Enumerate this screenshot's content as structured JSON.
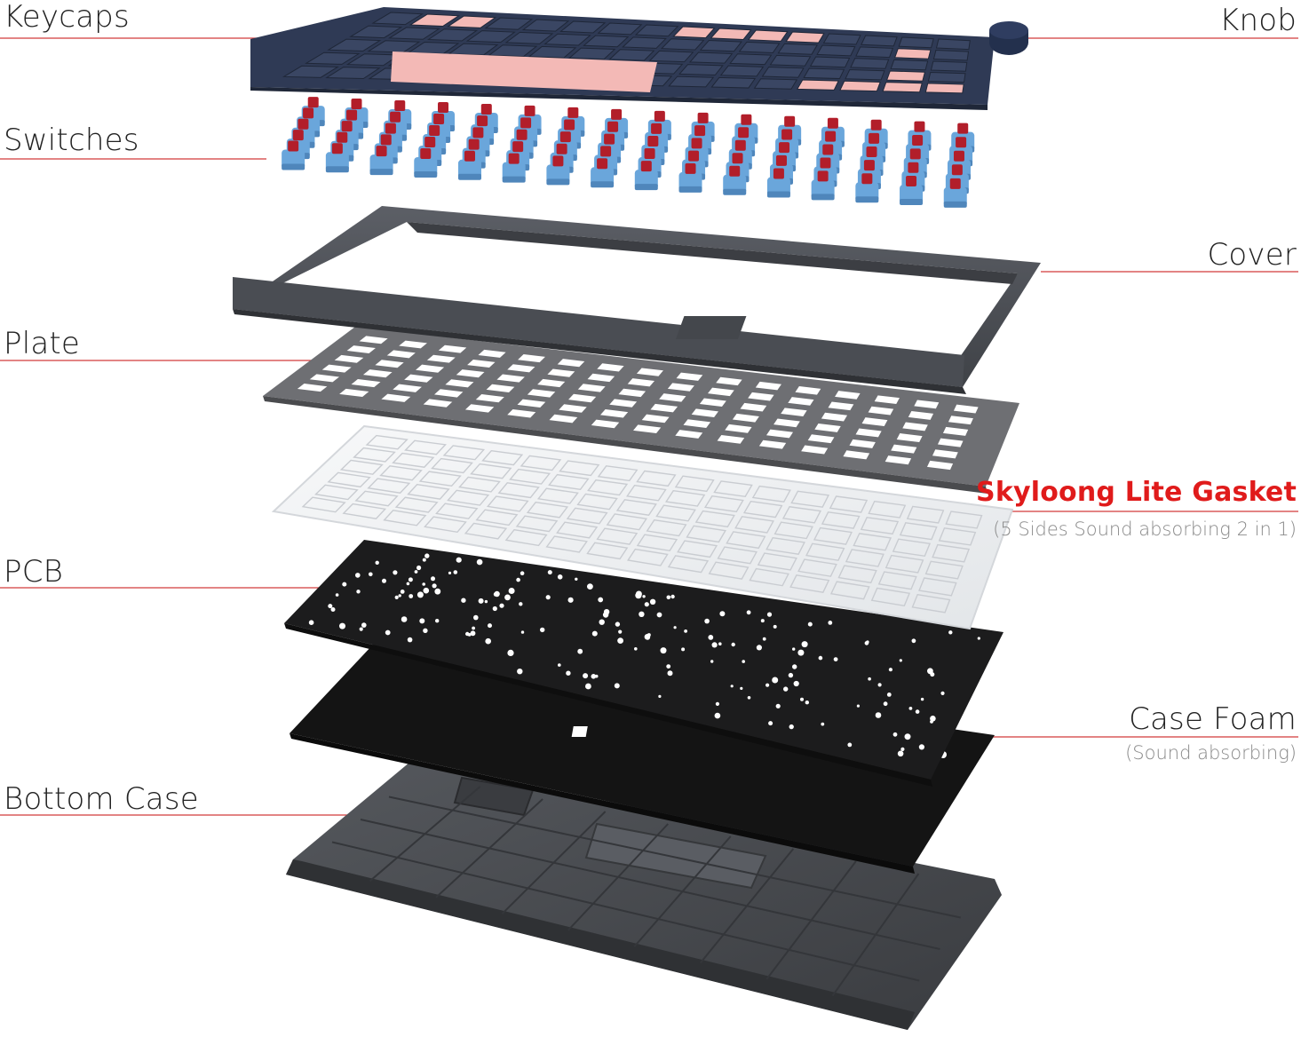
{
  "colors": {
    "leader_line": "#d23a3a",
    "accent_label": "#e01b1b",
    "keycap_navy": "#2f3a55",
    "keycap_pink": "#f3b9b6",
    "switch_blue": "#6aa6db",
    "switch_stem": "#b21e2a",
    "cover_gray": "#53565c",
    "plate_gray": "#6e6f73",
    "gasket_white": "#eef0f2",
    "pcb_black": "#1c1c1d",
    "foam_black": "#141414",
    "bottom_gray": "#45474b"
  },
  "labels": {
    "keycaps": "Keycaps",
    "knob": "Knob",
    "switches": "Switches",
    "cover": "Cover",
    "plate": "Plate",
    "gasket": "Skyloong Lite Gasket",
    "gasket_sub": "(5 Sides Sound absorbing 2 in 1)",
    "pcb": "PCB",
    "case_foam": "Case Foam",
    "case_foam_sub": "(Sound absorbing)",
    "bottom_case": "Bottom Case"
  }
}
